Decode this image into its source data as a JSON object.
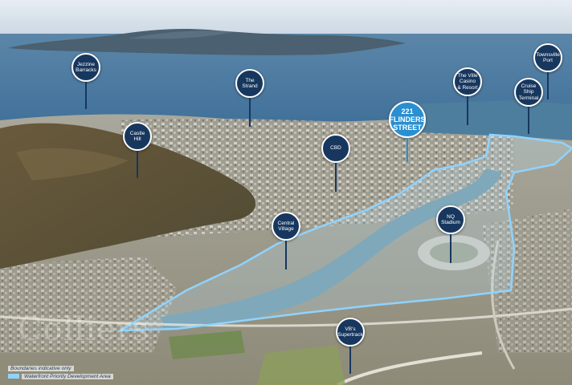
{
  "markers": [
    {
      "id": "jezzine-barracks",
      "label": "Jezzine Barracks"
    },
    {
      "id": "the-strand",
      "label": "The Strand"
    },
    {
      "id": "castle-hill",
      "label": "Castle Hill"
    },
    {
      "id": "cbd",
      "label": "CBD"
    },
    {
      "id": "flinders-street",
      "label": "221 FLINDERS STREET"
    },
    {
      "id": "the-ville",
      "label": "The Ville Casino & Resort"
    },
    {
      "id": "townsville-port",
      "label": "Townsville Port"
    },
    {
      "id": "cruise-ship-terminal",
      "label": "Cruise Ship Terminal"
    },
    {
      "id": "central-village",
      "label": "Central Village"
    },
    {
      "id": "nq-stadium",
      "label": "NQ Stadium"
    },
    {
      "id": "vbs-supertrack",
      "label": "VB's Supertrack"
    }
  ],
  "legend": {
    "boundaries_note": "Boundaries indicative only",
    "area_label": "Waterfront Priority Development Area"
  },
  "watermark": "Colliers",
  "colors": {
    "marker": "#17375e",
    "marker_highlight": "#2a8fd0",
    "pda_outline": "#8fd3ff",
    "pda_fill": "#bfe6ff"
  }
}
